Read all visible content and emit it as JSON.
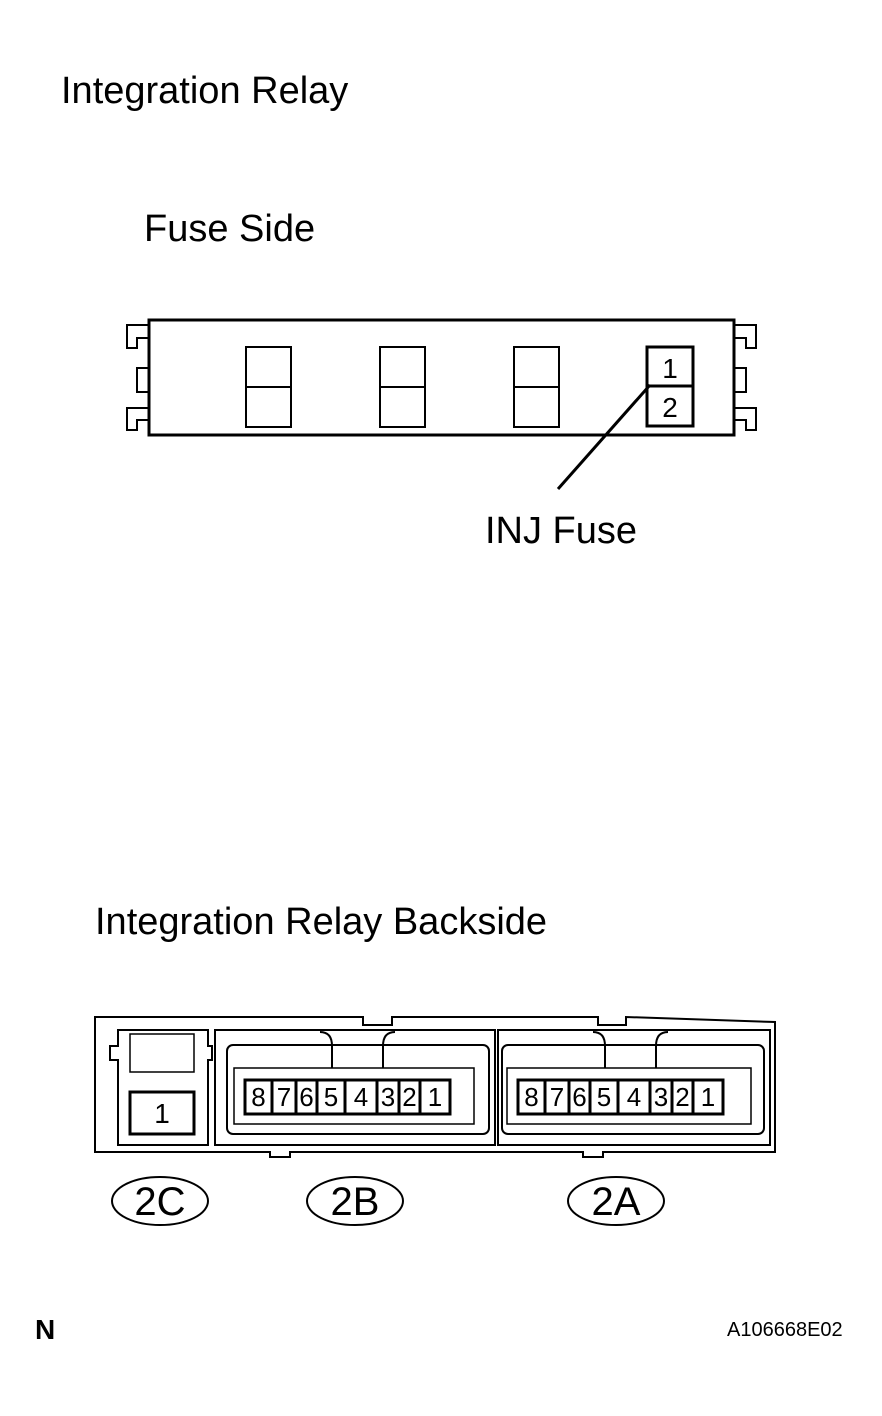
{
  "title": "Integration Relay",
  "fuse_side": {
    "label": "Fuse Side",
    "inj_fuse": {
      "label": "INJ Fuse",
      "terminal_top": "1",
      "terminal_bottom": "2"
    }
  },
  "backside": {
    "label": "Integration Relay Backside",
    "connector_2c": {
      "tag": "2C",
      "pins": [
        "1"
      ]
    },
    "connector_2b": {
      "tag": "2B",
      "pins": [
        "8",
        "7",
        "6",
        "5",
        "4",
        "3",
        "2",
        "1"
      ]
    },
    "connector_2a": {
      "tag": "2A",
      "pins": [
        "8",
        "7",
        "6",
        "5",
        "4",
        "3",
        "2",
        "1"
      ]
    }
  },
  "footer": {
    "orientation_mark": "N",
    "figure_code": "A106668E02"
  }
}
